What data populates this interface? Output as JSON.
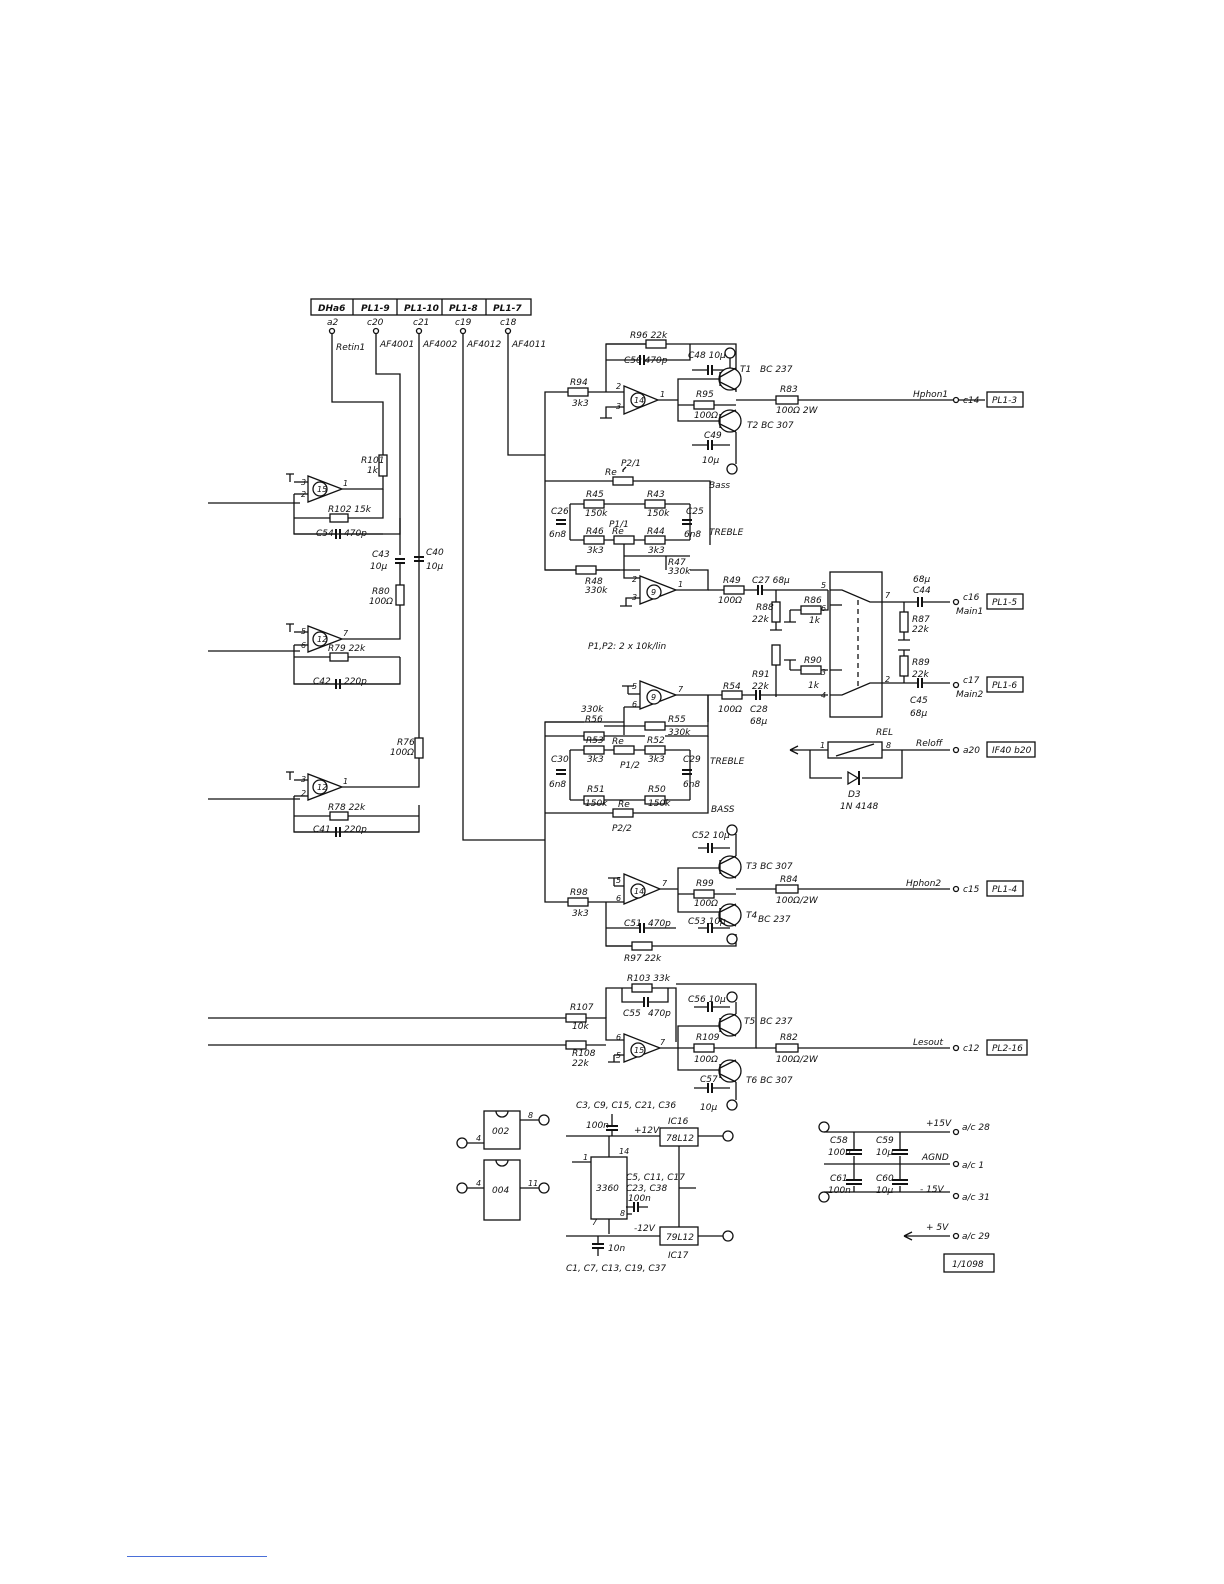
{
  "connector_header": {
    "pins": [
      "DHa6",
      "PL1-9",
      "PL1-10",
      "PL1-8",
      "PL1-7"
    ]
  },
  "connector_ids": [
    "a2",
    "c20",
    "c21",
    "c19",
    "c18"
  ],
  "signal_labels": [
    "Retin1",
    "AF4001",
    "AF4002",
    "AF4012",
    "AF4011",
    "Hphon1",
    "Main1",
    "Main2",
    "Hphon2",
    "Lesout",
    "Reloff",
    "AGND"
  ],
  "components": {
    "R94": "R94",
    "R94_val": "3k3",
    "R96": "R96 22k",
    "C50": "C50 470p",
    "C48": "C48 10µ",
    "T1": "BC 237",
    "T1_id": "T1",
    "R95": "R95",
    "R95_val": "100Ω",
    "R83": "R83",
    "R83_val": "100Ω 2W",
    "C49": "C49",
    "C49_val": "10µ",
    "T2": "T2 BC 307",
    "P2_1": "P2/1",
    "Re": "Re",
    "BASS_top": "Bass",
    "R45": "R45",
    "R45_val": "150k",
    "R43": "R43",
    "R43_val": "150k",
    "C26": "C26",
    "C26_val": "6n8",
    "C25": "C25",
    "C25_val": "6n8",
    "P1_1": "P1/1",
    "TREBLE_top": "TREBLE",
    "R46": "R46",
    "R46_val": "3k3",
    "R44": "R44",
    "R44_val": "3k3",
    "R47": "R47",
    "R47_val": "330k",
    "R48": "R48",
    "R48_val": "330k",
    "R49": "R49",
    "R49_val": "100Ω",
    "C27": "C27 68µ",
    "R88": "R88",
    "R88_val": "22k",
    "R86": "R86",
    "R86_val": "1k",
    "C44_val": "68µ",
    "C44": "C44",
    "R87": "R87",
    "R87_val": "22k",
    "pot_note": "P1,P2: 2 x 10k/lin",
    "R89": "R89",
    "R89_val": "22k",
    "C45": "C45",
    "C45_val": "68µ",
    "R91": "R91",
    "R91_val": "22k",
    "R90": "R90",
    "R90_val": "1k",
    "R54": "R54",
    "R54_val": "100Ω",
    "C28": "C28",
    "C28_val": "68µ",
    "R56_val": "330k",
    "R56": "R56",
    "R55": "R55",
    "R55_val": "330k",
    "R53": "R53",
    "R53_val": "3k3",
    "R52": "R52",
    "R52_val": "3k3",
    "P1_2": "P1/2",
    "C30": "C30",
    "C30_val": "6n8",
    "C29": "C29",
    "C29_val": "6n8",
    "TREBLE_bot": "TREBLE",
    "R51": "R51",
    "R51_val": "150k",
    "R50": "R50",
    "R50_val": "150k",
    "BASS_bot": "BASS",
    "P2_2": "P2/2",
    "REL": "REL",
    "D3": "D3",
    "D3_val": "1N 4148",
    "C52": "C52 10µ",
    "T3": "T3 BC 307",
    "R98": "R98",
    "R98_val": "3k3",
    "R99": "R99",
    "R99_val": "100Ω",
    "R84": "R84",
    "R84_val": "100Ω/2W",
    "C51": "C51",
    "C51_val": "470p",
    "C53": "C53 10µ",
    "T4": "T4",
    "T4_val": "BC 237",
    "R97": "R97 22k",
    "R103": "R103 33k",
    "C55": "C55",
    "C55_val": "470p",
    "C56": "C56 10µ",
    "T5": "T5",
    "T5_val": "BC 237",
    "R107": "R107",
    "R107_val": "10k",
    "R108": "R108",
    "R108_val": "22k",
    "R109": "R109",
    "R109_val": "100Ω",
    "R82": "R82",
    "R82_val": "100Ω/2W",
    "C57": "C57",
    "C57_val": "10µ",
    "T6": "T6 BC 307",
    "R101": "R101",
    "R101_val": "1k",
    "R102": "R102 15k",
    "C54": "C54",
    "C54_val": "470p",
    "C43": "C43",
    "C43_val": "10µ",
    "C40": "C40",
    "C40_val": "10µ",
    "R80": "R80",
    "R80_val": "100Ω",
    "R79": "R79 22k",
    "C42": "C42",
    "C42_val": "220p",
    "R76": "R76",
    "R76_val": "100Ω",
    "R78": "R78 22k",
    "C41": "C41",
    "C41_val": "220p",
    "IC16": "IC16",
    "IC16_part": "78L12",
    "IC17": "IC17",
    "IC17_part": "79L12",
    "IC_main": "3360",
    "cap_set_top": "C3, C9, C15, C21, C36",
    "cap_set_top_val": "100n",
    "cap_set_mid": "C5, C11, C17",
    "cap_set_mid2": "C23, C38",
    "cap_set_mid_val": "100n",
    "cap_set_bot": "C1, C7, C13, C19, C37",
    "cap_set_bot_val": "10n",
    "plus12": "+12V",
    "minus12": "-12V",
    "C58": "C58",
    "C58_val": "100n",
    "C59": "C59",
    "C59_val": "10µ",
    "C61": "C61",
    "C61_val": "100n",
    "C60": "C60",
    "C60_val": "10µ",
    "plus15": "+15V",
    "minus15": "- 15V",
    "plus5": "+ 5V"
  },
  "opamp_ids": [
    "14",
    "9",
    "15",
    "12",
    "12",
    "9",
    "14",
    "15"
  ],
  "ic_packages": [
    "002",
    "004"
  ],
  "pin_numbers": {
    "p1": "1",
    "p2": "2",
    "p3": "3",
    "p5": "5",
    "p6": "6",
    "p7": "7",
    "p4": "4",
    "p8": "8",
    "p11": "11",
    "p14": "14"
  },
  "outputs": {
    "hphon1_pin": "c14",
    "hphon1_conn": "PL1-3",
    "main1_pin": "c16",
    "main1_conn": "PL1-5",
    "main2_pin": "c17",
    "main2_conn": "PL1-6",
    "reloff_pin": "a20",
    "reloff_conn": "IF40 b20",
    "hphon2_pin": "c15",
    "hphon2_conn": "PL1-4",
    "lesout_pin": "c12",
    "lesout_conn": "PL2-16",
    "p15_pin": "a/c 28",
    "agnd_pin": "a/c 1",
    "m15_pin": "a/c 31",
    "p5_pin": "a/c 29"
  },
  "drawing_number": "1/1098",
  "colors": {
    "ink": "#111111",
    "paper": "#ffffff",
    "footer_rule": "#4a6fd8"
  }
}
